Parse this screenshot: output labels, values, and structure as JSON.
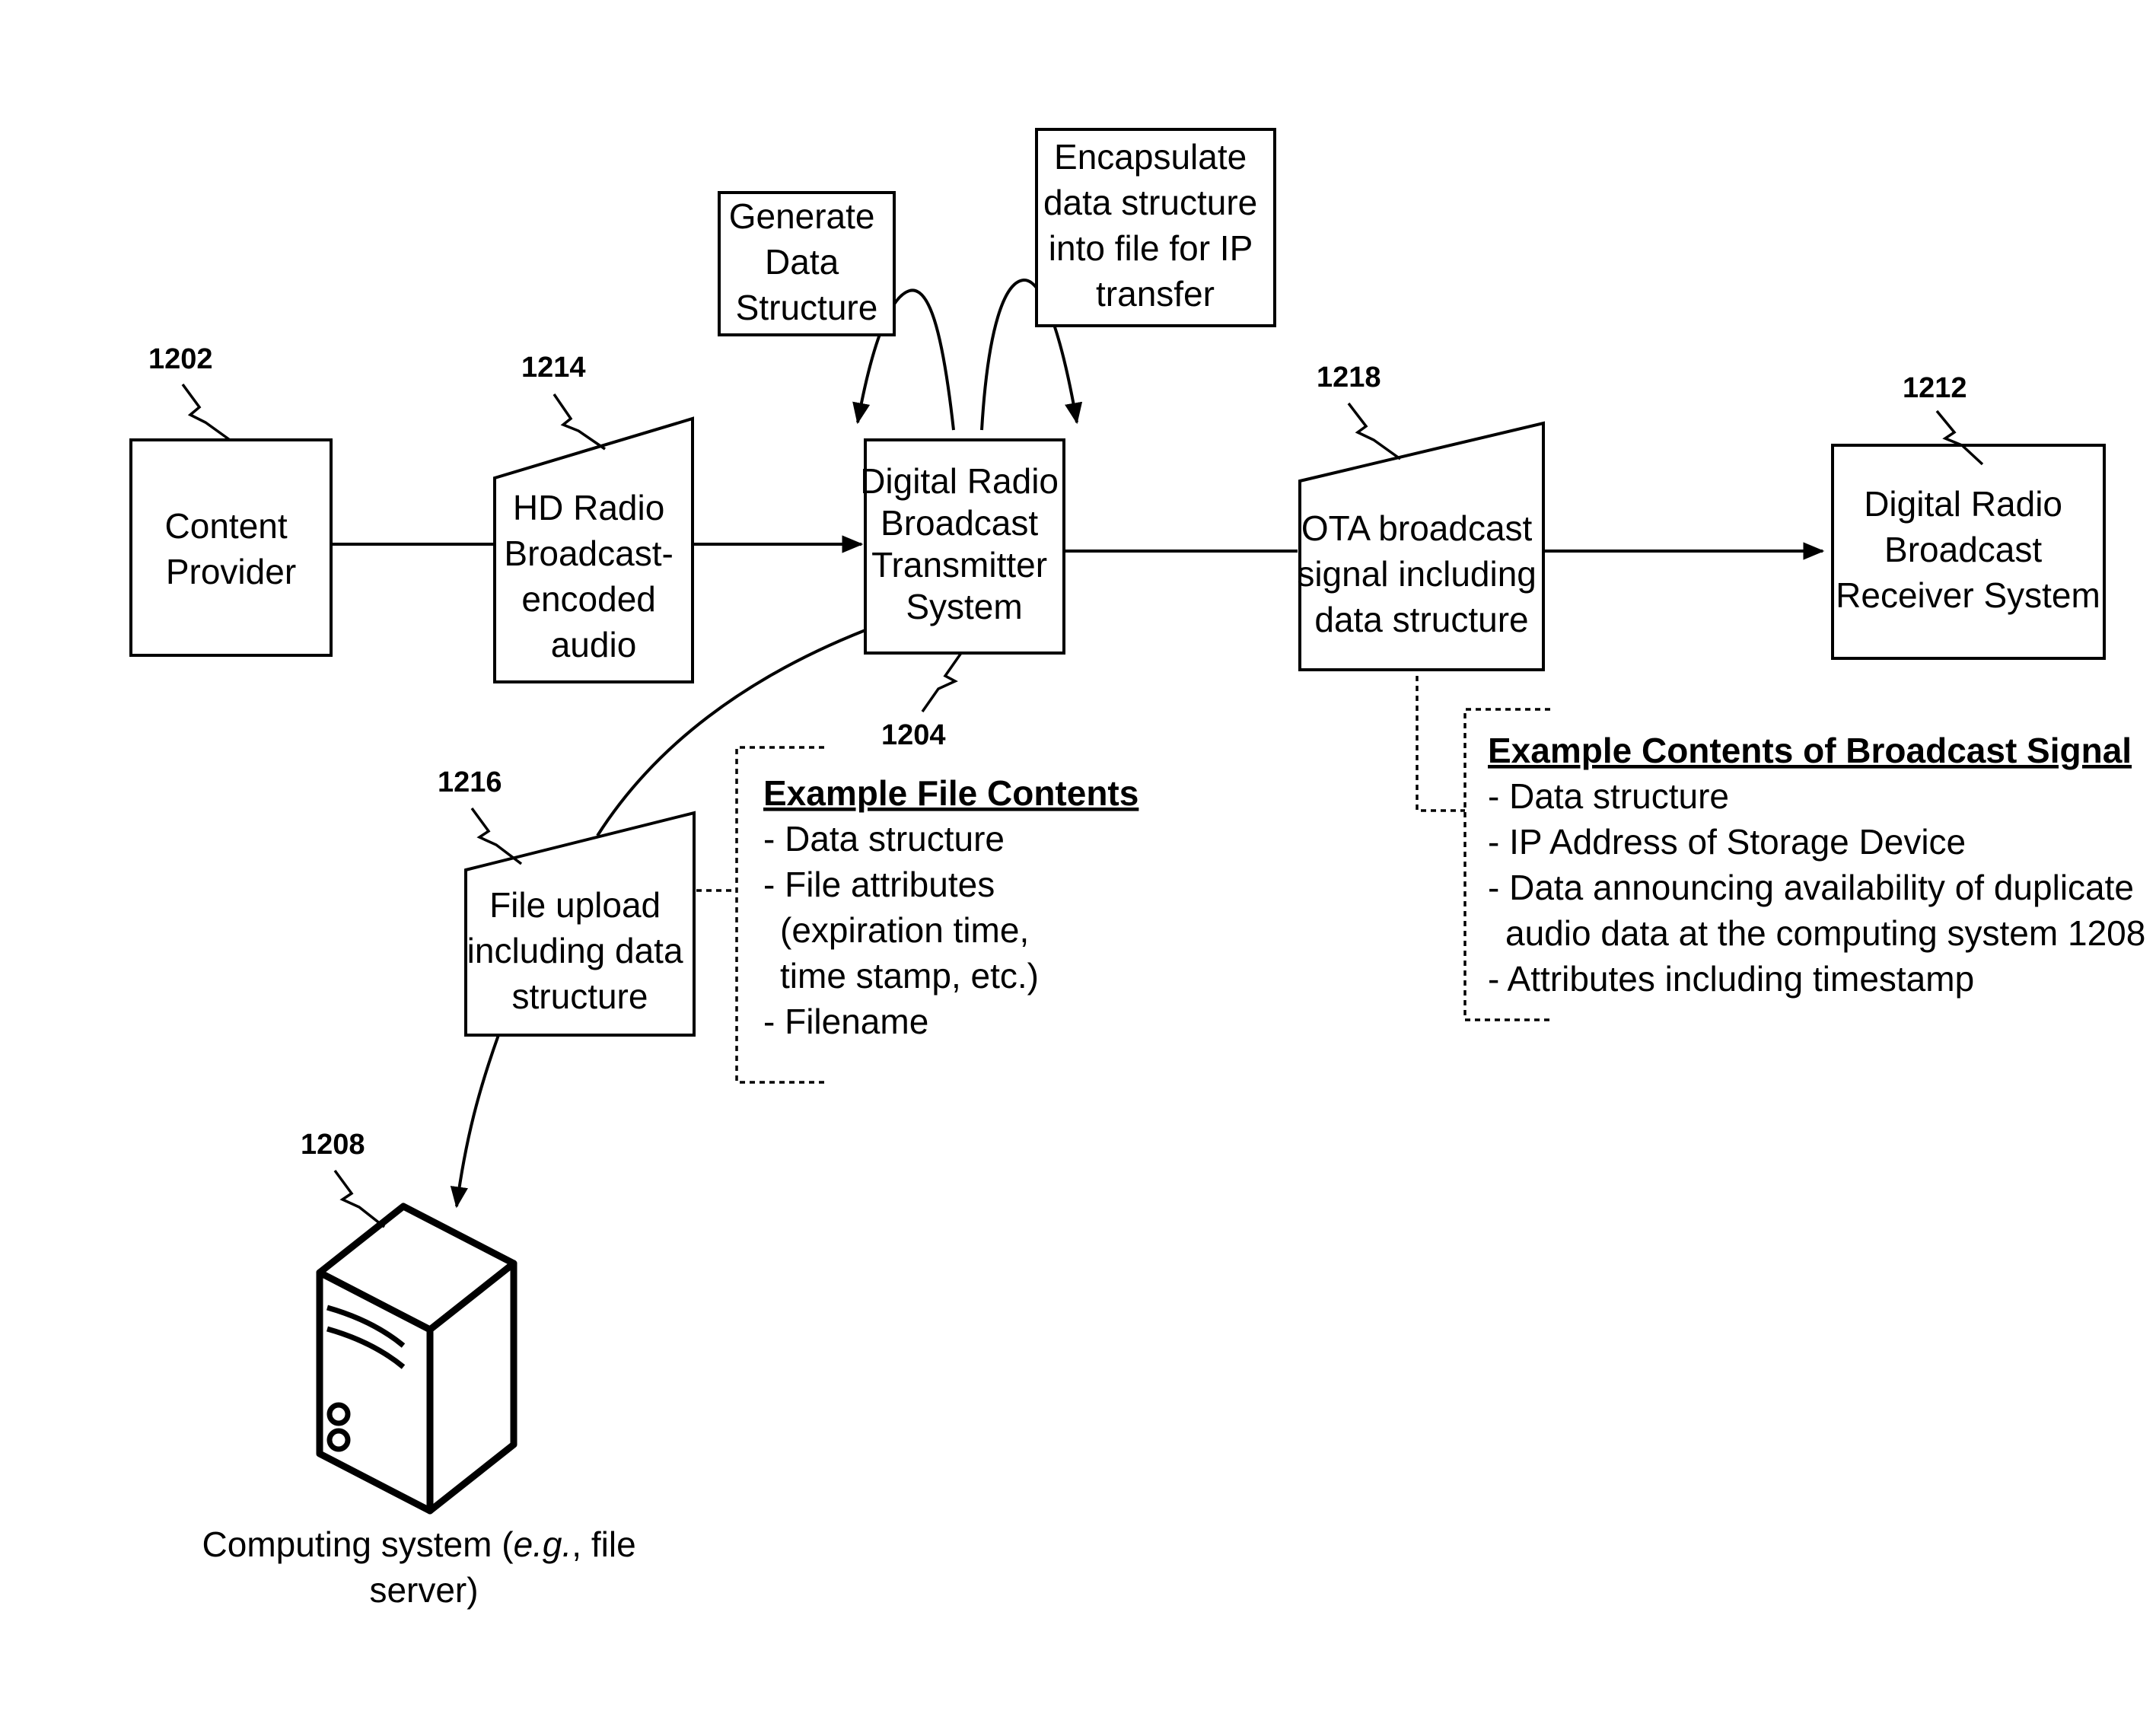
{
  "nodes": {
    "content_provider": {
      "ref": "1202",
      "lines": [
        "Content",
        "Provider"
      ]
    },
    "hd_radio_audio": {
      "ref": "1214",
      "lines": [
        "HD Radio",
        "Broadcast-",
        "encoded",
        "audio"
      ]
    },
    "transmitter": {
      "ref": "1204",
      "lines": [
        "Digital Radio",
        "Broadcast",
        "Transmitter",
        "System"
      ]
    },
    "ota_signal": {
      "ref": "1218",
      "lines": [
        "OTA broadcast",
        "signal including",
        "data structure"
      ]
    },
    "receiver": {
      "ref": "1212",
      "lines": [
        "Digital Radio",
        "Broadcast",
        "Receiver System"
      ]
    },
    "file_upload": {
      "ref": "1216",
      "lines": [
        "File upload",
        "including data",
        "structure"
      ]
    },
    "computing_system": {
      "ref": "1208",
      "lines": [
        "Computing system (",
        "e.g.",
        ", file",
        "server)"
      ]
    }
  },
  "actions": {
    "generate": {
      "lines": [
        "Generate",
        "Data",
        "Structure"
      ]
    },
    "encapsulate": {
      "lines": [
        "Encapsulate",
        "data structure",
        "into file for IP",
        "transfer"
      ]
    }
  },
  "notes": {
    "file_contents": {
      "heading": "Example File Contents",
      "lines": [
        "- Data structure",
        "- File attributes",
        "(expiration time,",
        "time stamp, etc.)",
        "- Filename"
      ]
    },
    "broadcast_contents": {
      "heading": "Example Contents of Broadcast Signal",
      "lines": [
        "- Data structure",
        "- IP Address of Storage Device",
        "- Data announcing availability of duplicate",
        "audio data at the computing system 1208",
        "- Attributes including timestamp"
      ]
    }
  }
}
